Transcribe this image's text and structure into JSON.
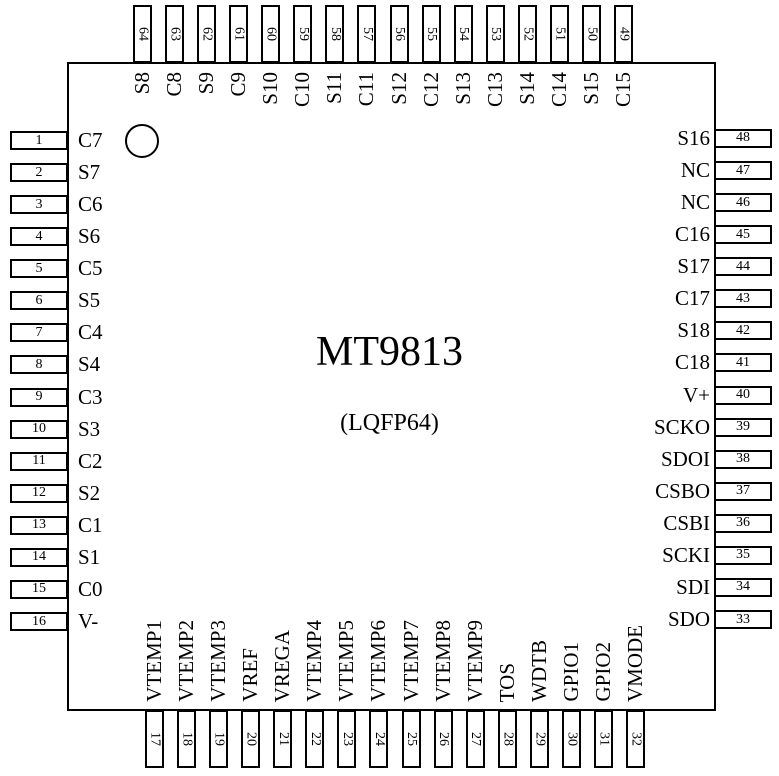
{
  "chip": {
    "name": "MT9813",
    "package": "(LQFP64)"
  },
  "left_pins": [
    {
      "num": "1",
      "name": "C7"
    },
    {
      "num": "2",
      "name": "S7"
    },
    {
      "num": "3",
      "name": "C6"
    },
    {
      "num": "4",
      "name": "S6"
    },
    {
      "num": "5",
      "name": "C5"
    },
    {
      "num": "6",
      "name": "S5"
    },
    {
      "num": "7",
      "name": "C4"
    },
    {
      "num": "8",
      "name": "S4"
    },
    {
      "num": "9",
      "name": "C3"
    },
    {
      "num": "10",
      "name": "S3"
    },
    {
      "num": "11",
      "name": "C2"
    },
    {
      "num": "12",
      "name": "S2"
    },
    {
      "num": "13",
      "name": "C1"
    },
    {
      "num": "14",
      "name": "S1"
    },
    {
      "num": "15",
      "name": "C0"
    },
    {
      "num": "16",
      "name": "V-"
    }
  ],
  "bottom_pins": [
    {
      "num": "17",
      "name": "VTEMP1"
    },
    {
      "num": "18",
      "name": "VTEMP2"
    },
    {
      "num": "19",
      "name": "VTEMP3"
    },
    {
      "num": "20",
      "name": "VREF"
    },
    {
      "num": "21",
      "name": "VREGA"
    },
    {
      "num": "22",
      "name": "VTEMP4"
    },
    {
      "num": "23",
      "name": "VTEMP5"
    },
    {
      "num": "24",
      "name": "VTEMP6"
    },
    {
      "num": "25",
      "name": "VTEMP7"
    },
    {
      "num": "26",
      "name": "VTEMP8"
    },
    {
      "num": "27",
      "name": "VTEMP9"
    },
    {
      "num": "28",
      "name": "TOS"
    },
    {
      "num": "29",
      "name": "WDTB"
    },
    {
      "num": "30",
      "name": "GPIO1"
    },
    {
      "num": "31",
      "name": "GPIO2"
    },
    {
      "num": "32",
      "name": "VMODE"
    }
  ],
  "right_pins": [
    {
      "num": "33",
      "name": "SDO"
    },
    {
      "num": "34",
      "name": "SDI"
    },
    {
      "num": "35",
      "name": "SCKI"
    },
    {
      "num": "36",
      "name": "CSBI"
    },
    {
      "num": "37",
      "name": "CSBO"
    },
    {
      "num": "38",
      "name": "SDOI"
    },
    {
      "num": "39",
      "name": "SCKO"
    },
    {
      "num": "40",
      "name": "V+"
    },
    {
      "num": "41",
      "name": "C18"
    },
    {
      "num": "42",
      "name": "S18"
    },
    {
      "num": "43",
      "name": "C17"
    },
    {
      "num": "44",
      "name": "S17"
    },
    {
      "num": "45",
      "name": "C16"
    },
    {
      "num": "46",
      "name": "NC"
    },
    {
      "num": "47",
      "name": "NC"
    },
    {
      "num": "48",
      "name": "S16"
    }
  ],
  "top_pins": [
    {
      "num": "49",
      "name": "C15"
    },
    {
      "num": "50",
      "name": "S15"
    },
    {
      "num": "51",
      "name": "C14"
    },
    {
      "num": "52",
      "name": "S14"
    },
    {
      "num": "53",
      "name": "C13"
    },
    {
      "num": "54",
      "name": "S13"
    },
    {
      "num": "55",
      "name": "C12"
    },
    {
      "num": "56",
      "name": "S12"
    },
    {
      "num": "57",
      "name": "C11"
    },
    {
      "num": "58",
      "name": "S11"
    },
    {
      "num": "59",
      "name": "C10"
    },
    {
      "num": "60",
      "name": "S10"
    },
    {
      "num": "61",
      "name": "C9"
    },
    {
      "num": "62",
      "name": "S9"
    },
    {
      "num": "63",
      "name": "C8"
    },
    {
      "num": "64",
      "name": "S8"
    }
  ]
}
